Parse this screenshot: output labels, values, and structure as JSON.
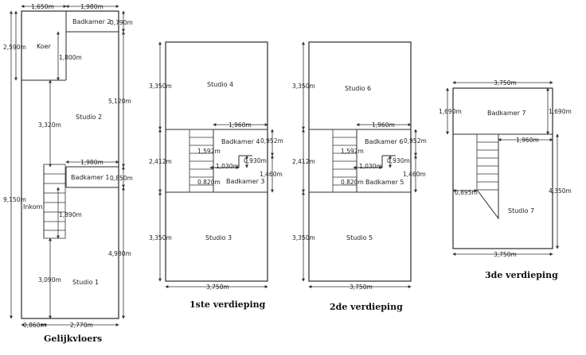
{
  "plans": {
    "ground": {
      "title": "Gelijkvloers",
      "rooms": {
        "koer": "Koer",
        "bad2": "Badkamer 2",
        "studio2": "Studio 2",
        "bad1": "Badkamer 1",
        "inkom": "Inkom",
        "studio1": "Studio 1"
      },
      "dims": {
        "top_left": "1,650m",
        "top_right": "1,980m",
        "left_koer": "2,590m",
        "koer_h": "1,800m",
        "bad2_h": "0,790m",
        "right_upper": "5,120m",
        "studio2_h": "3,320m",
        "bad1_w": "1,980m",
        "bad1_h": "0,850m",
        "total_h": "9,150m",
        "stair_h": "1,890m",
        "right_lower": "4,980m",
        "studio1_h": "3,090m",
        "bottom_left": "0,860m",
        "bottom_right": "2,770m"
      }
    },
    "first": {
      "title": "1ste verdieping",
      "rooms": {
        "studio_top": "Studio 4",
        "bad_top": "Badkamer 4",
        "bad_bottom": "Badkamer 3",
        "studio_bottom": "Studio 3"
      },
      "dims": {
        "top_h": "3,350m",
        "bad_w": "1,960m",
        "mid_h": "2,412m",
        "stair_w": "1,592m",
        "right_small": "0,952m",
        "step_w": "1,030m",
        "step_h": "0,930m",
        "right_mid": "1,460m",
        "stair_w2": "0,820m",
        "bottom_h": "3,350m",
        "width": "3,750m"
      }
    },
    "second": {
      "title": "2de verdieping",
      "rooms": {
        "studio_top": "Studio 6",
        "bad_top": "Badkamer 6",
        "bad_bottom": "Badkamer 5",
        "studio_bottom": "Studio 5"
      },
      "dims": {
        "top_h": "3,350m",
        "bad_w": "1,960m",
        "mid_h": "2,412m",
        "stair_w": "1,592m",
        "right_small": "0,952m",
        "step_w": "1,030m",
        "step_h": "0,930m",
        "right_mid": "1,460m",
        "stair_w2": "0,820m",
        "bottom_h": "3,350m",
        "width": "3,750m"
      }
    },
    "third": {
      "title": "3de verdieping",
      "rooms": {
        "bad": "Badkamer 7",
        "studio": "Studio 7"
      },
      "dims": {
        "top_w": "3,750m",
        "left_h": "1,690m",
        "right_h": "1,690m",
        "stair_w": "1,960m",
        "diag": "0,895m",
        "right_lower": "4,350m",
        "bottom_w": "3,750m"
      }
    }
  }
}
